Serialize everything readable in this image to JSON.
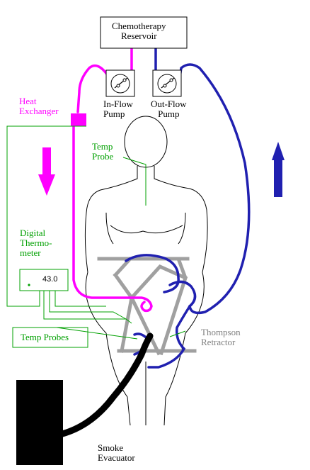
{
  "labels": {
    "reservoir": "Chemotherapy\nReservoir",
    "inflow_pump": "In-Flow\nPump",
    "outflow_pump": "Out-Flow\nPump",
    "heat_exchanger": "Heat\nExchanger",
    "temp_probe": "Temp\nProbe",
    "digital_thermometer": "Digital\nThermo-\nmeter",
    "thermometer_reading": "43.0",
    "temp_probes": "Temp Probes",
    "retractor": "Thompson\nRetractor",
    "smoke_evacuator": "Smoke\nEvacuator"
  },
  "colors": {
    "inflow": "#ff00ff",
    "outflow": "#2020b0",
    "probe_wire": "#00a000",
    "retractor": "#a0a0a0",
    "outline": "#000000"
  },
  "arrows": {
    "inflow_direction": "down",
    "outflow_direction": "up"
  }
}
